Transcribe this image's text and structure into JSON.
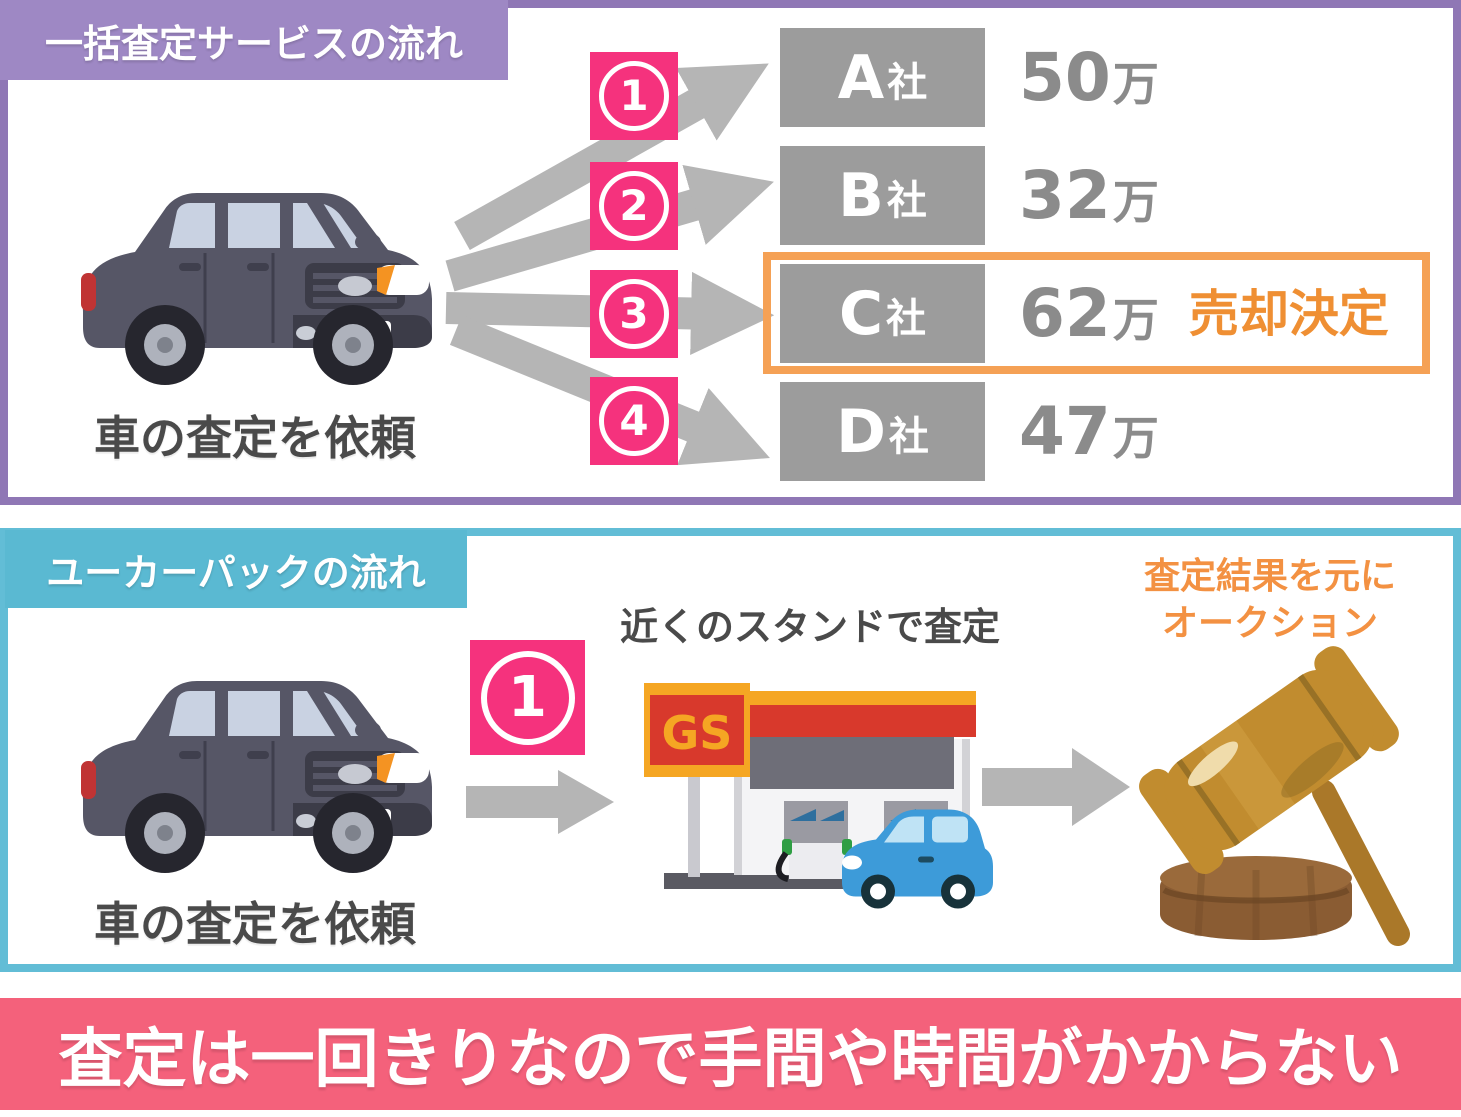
{
  "section_bulk": {
    "title": "一括査定サービスの流れ",
    "caption": "車の査定を依頼",
    "steps": [
      "1",
      "2",
      "3",
      "4"
    ],
    "companies": [
      {
        "letter": "A",
        "suffix": "社",
        "value": "50",
        "unit": "万",
        "highlighted": false
      },
      {
        "letter": "B",
        "suffix": "社",
        "value": "32",
        "unit": "万",
        "highlighted": false
      },
      {
        "letter": "C",
        "suffix": "社",
        "value": "62",
        "unit": "万",
        "decision": "売却決定",
        "highlighted": true
      },
      {
        "letter": "D",
        "suffix": "社",
        "value": "47",
        "unit": "万",
        "highlighted": false
      }
    ]
  },
  "section_ucar": {
    "title": "ユーカーパックの流れ",
    "step": "1",
    "caption": "車の査定を依頼",
    "station_label": "近くのスタンドで査定",
    "auction_label_line1": "査定結果を元に",
    "auction_label_line2": "オークション",
    "gs_sign": "GS"
  },
  "banner": {
    "text": "査定は一回きりなので手間や時間がかからない"
  },
  "colors": {
    "section1_border": "#8f77b5",
    "section1_label_bg": "#9e88c4",
    "section2_border": "#62bdd6",
    "section2_label_bg": "#5ab9d2",
    "step_badge_pink": "#f5327d",
    "company_box_gray": "#9c9c9c",
    "value_gray": "#8b8b8b",
    "arrow_gray": "#b5b5b5",
    "highlight_border_orange": "#f5a155",
    "decision_text_orange": "#ef8f33",
    "auction_text_orange": "#f39142",
    "banner_pink": "#f4617b",
    "caption_gray": "#4a4a4a"
  }
}
